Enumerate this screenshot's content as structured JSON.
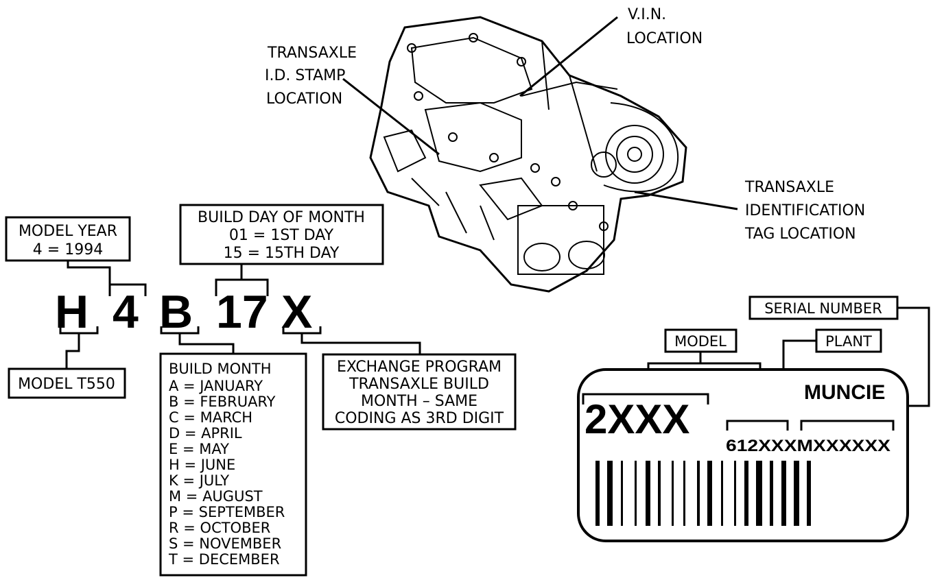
{
  "callouts": {
    "vin": [
      "V.I.N.",
      "LOCATION"
    ],
    "stamp": [
      "TRANSAXLE",
      "I.D. STAMP",
      "LOCATION"
    ],
    "tag": [
      "TRANSAXLE",
      "IDENTIFICATION",
      "TAG LOCATION"
    ]
  },
  "code": {
    "chars": [
      "H",
      "4",
      "B",
      "17",
      "X"
    ]
  },
  "model_year": [
    "MODEL YEAR",
    "4 = 1994"
  ],
  "build_day": [
    "BUILD DAY OF MONTH",
    "01 = 1ST DAY",
    "15 = 15TH DAY"
  ],
  "model_t550": "MODEL T550",
  "build_month": {
    "title": "BUILD MONTH",
    "rows": [
      "A = JANUARY",
      "B = FEBRUARY",
      "C = MARCH",
      "D = APRIL",
      "E = MAY",
      "H = JUNE",
      "K = JULY",
      "M = AUGUST",
      "P = SEPTEMBER",
      "R = OCTOBER",
      "S = NOVEMBER",
      "T = DECEMBER"
    ]
  },
  "exchange": [
    "EXCHANGE PROGRAM",
    "TRANSAXLE BUILD",
    "MONTH – SAME",
    "CODING AS 3RD DIGIT"
  ],
  "tag": {
    "serial_label": "SERIAL NUMBER",
    "model_label": "MODEL",
    "plant_label": "PLANT",
    "plant_name": "MUNCIE",
    "model_code": "2XXX",
    "serial_code": "612XXXMXXXXXX"
  }
}
